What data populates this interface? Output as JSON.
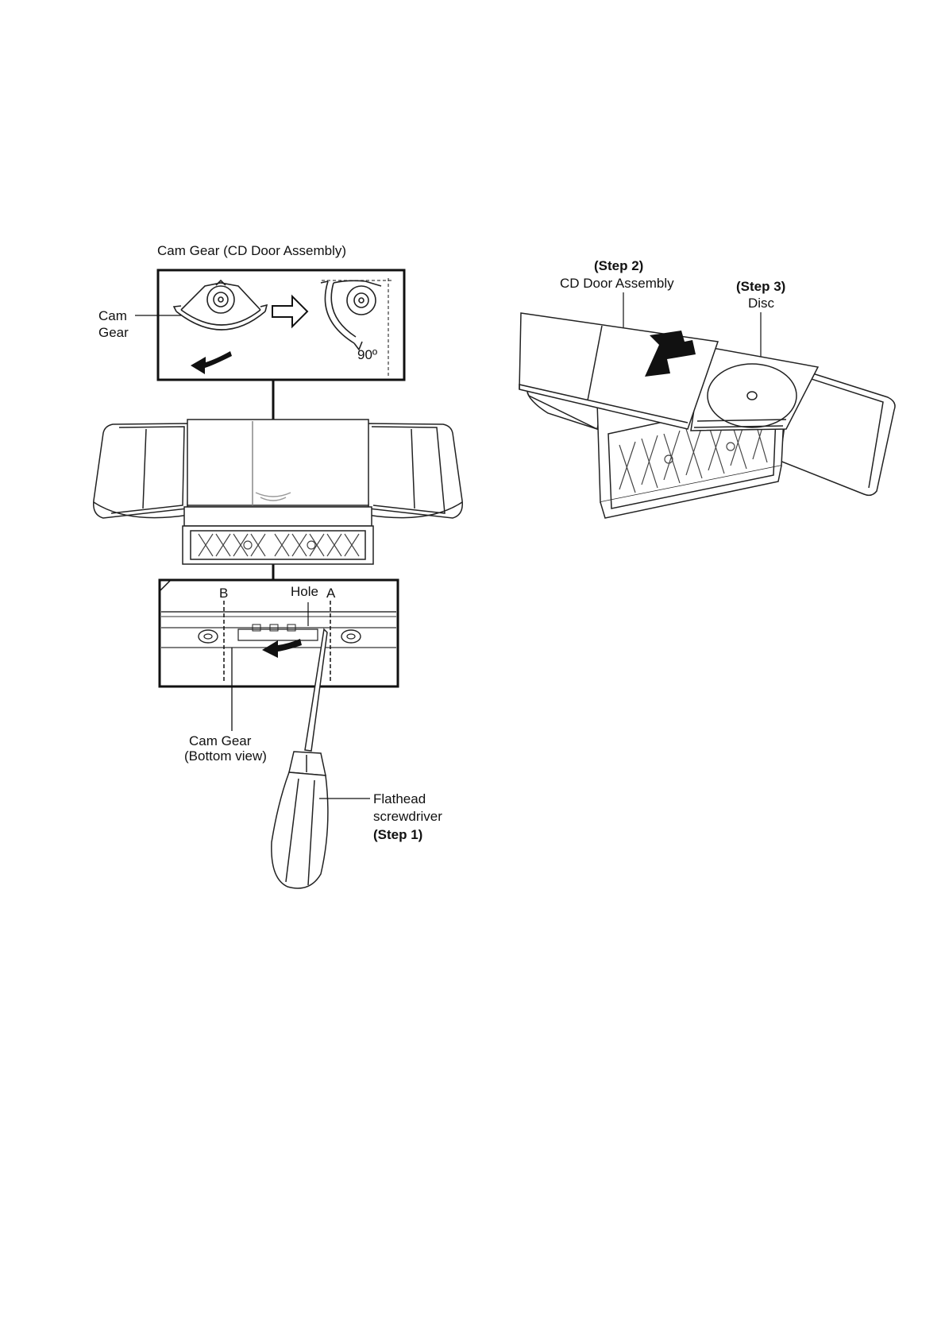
{
  "left_figure": {
    "inset_title": "Cam Gear (CD Door Assembly)",
    "cam_gear_label_line1": "Cam",
    "cam_gear_label_line2": "Gear",
    "angle_label": "90º",
    "point_b": "B",
    "hole_label": "Hole",
    "point_a": "A",
    "bottom_view_line1": "Cam Gear",
    "bottom_view_line2": "(Bottom view)",
    "screwdriver_line1": "Flathead",
    "screwdriver_line2": "screwdriver",
    "step1": "(Step 1)"
  },
  "right_figure": {
    "step2": "(Step 2)",
    "cd_door_label": "CD Door Assembly",
    "step3": "(Step 3)",
    "disc_label": "Disc"
  }
}
